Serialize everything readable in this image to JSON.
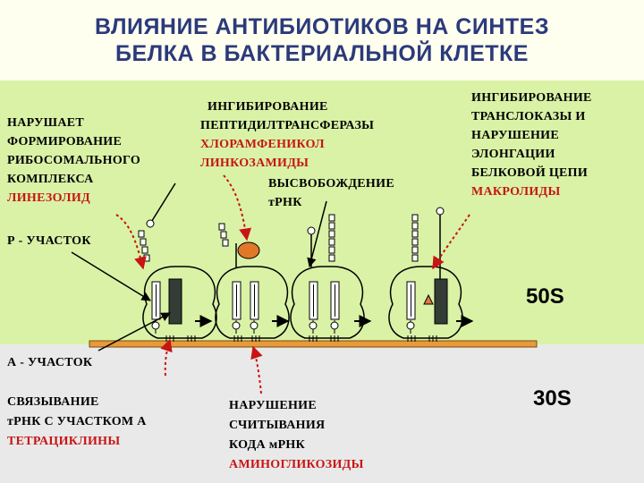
{
  "title": {
    "line1": "ВЛИЯНИЕ АНТИБИОТИКОВ НА СИНТЕЗ",
    "line2": "БЕЛКА В БАКТЕРИАЛЬНОЙ КЛЕТКЕ"
  },
  "ribosome_block": {
    "line1": "НАРУШАЕТ",
    "line2": "ФОРМИРОВАНИЕ",
    "line3": "РИБОСОМАЛЬНОГО",
    "line4": "КОМПЛЕКСА",
    "drug": "ЛИНЕЗОЛИД"
  },
  "peptidyl_block": {
    "line1": "ИНГИБИРОВАНИЕ",
    "line2": "ПЕПТИДИЛТРАНСФЕРАЗЫ",
    "drug1": "ХЛОРАМФЕНИКОЛ",
    "drug2": "ЛИНКОЗАМИДЫ"
  },
  "release_block": {
    "line1": "ВЫСВОБОЖДЕНИЕ",
    "line2": "тРНК"
  },
  "translocase_block": {
    "line1": "ИНГИБИРОВАНИЕ",
    "line2": "ТРАНСЛОКАЗЫ И",
    "line3": "НАРУШЕНИЕ",
    "line4": "ЭЛОНГАЦИИ",
    "line5": "БЕЛКОВОЙ ЦЕПИ",
    "drug": "МАКРОЛИДЫ"
  },
  "p_site_label": "Р - УЧАСТОК",
  "a_site_label": "А - УЧАСТОК",
  "subunit_large": "50S",
  "subunit_small": "30S",
  "trna_binding_block": {
    "line1": "СВЯЗЫВАНИЕ",
    "line2": "тРНК С УЧАСТКОМ А",
    "drug": "ТЕТРАЦИКЛИНЫ"
  },
  "mrna_reading_block": {
    "line1": "НАРУШЕНИЕ",
    "line2": "СЧИТЫВАНИЯ",
    "line3": "КОДА мРНК",
    "drug": "АМИНОГЛИКОЗИДЫ"
  },
  "colors": {
    "title_blue": "#2b3a7a",
    "drug_red": "#c81414",
    "mrna_orange": "#e89a3a",
    "band_green": "#d9f2a6"
  }
}
